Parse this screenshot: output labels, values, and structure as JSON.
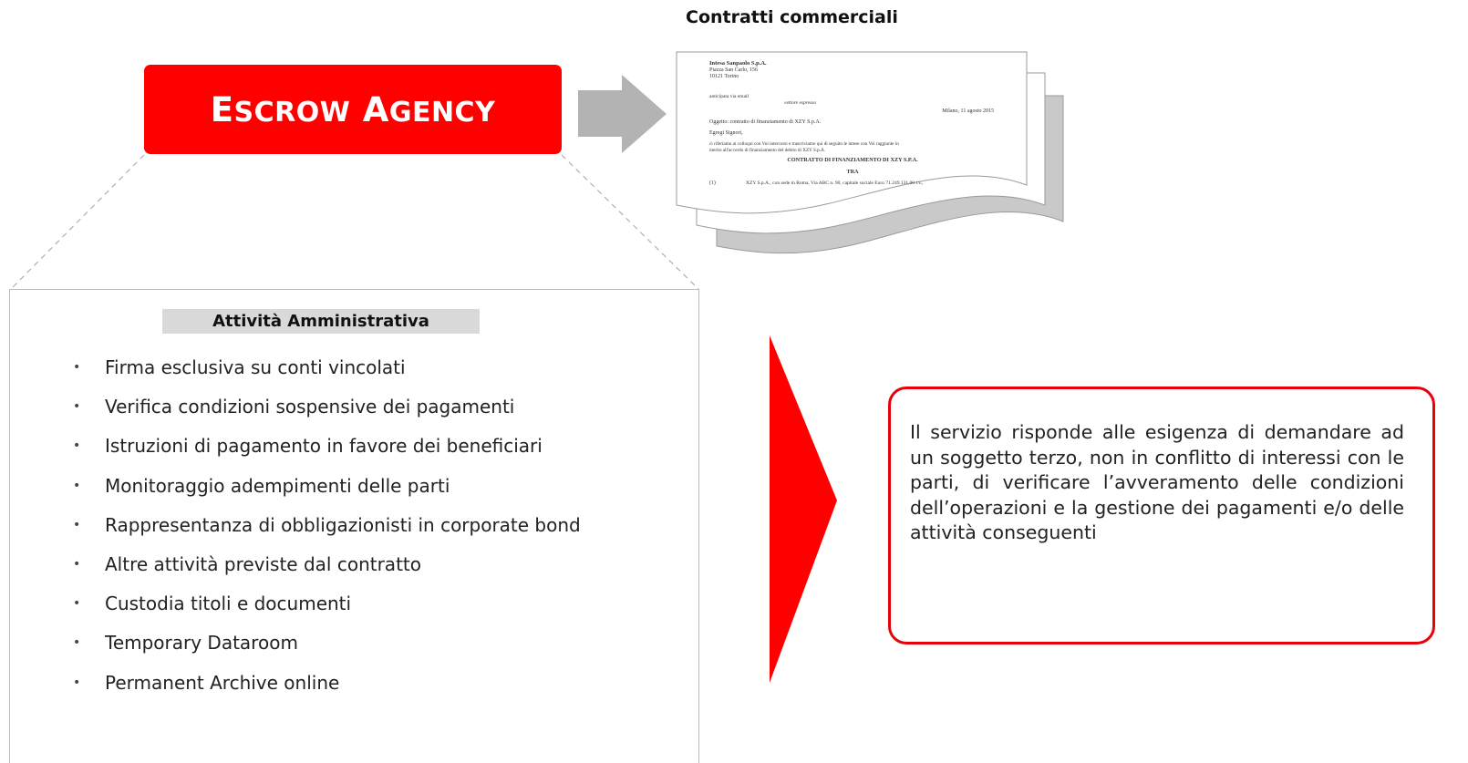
{
  "escrow": {
    "title": "ESCROW AGENCY",
    "title_first_initial": "E",
    "title_first_rest": "SCROW",
    "title_second_initial": "A",
    "title_second_rest": "GENCY"
  },
  "contracts": {
    "title": "Contratti commerciali",
    "document": {
      "sender_line1": "Intesa Sanpaolo S.p.A.",
      "sender_line2": "Piazza San Carlo, 156",
      "sender_line3": "10121 Torino",
      "note": "anticipata via email",
      "urgency": "vettore espresso",
      "date": "Milano, 11 agosto 2015",
      "subject": "Oggetto: contratto di finanziamento di XZY S.p.A.",
      "greeting": "Egregi Signori,",
      "body_line1": "ci riferiamo ai colloqui con Voi intercorsi e trascriviamo qui di seguito le intese con Voi raggiunte in",
      "body_line2": "merito all'accordo di finanziamento del debito di XZY S.p.A.",
      "heading": "CONTRATTO DI FINANZIAMENTO DI XZY S.P.A.",
      "tra": "TRA",
      "party_num": "(1)",
      "party_text": "XZY S.p.A., con sede in Roma, Via ABC n. 90, capitale sociale Euro 71.249.131,00 i.v.,"
    }
  },
  "admin": {
    "header": "Attività Amministrativa",
    "bullet": "•",
    "items": [
      "Firma esclusiva su conti vincolati",
      "Verifica condizioni sospensive dei pagamenti",
      "Istruzioni di pagamento in favore dei beneficiari",
      "Monitoraggio adempimenti delle parti",
      "Rappresentanza di obbligazionisti in corporate bond",
      "Altre attività previste dal contratto",
      "Custodia titoli e documenti",
      "Temporary Dataroom",
      "Permanent Archive online"
    ]
  },
  "description": {
    "text": "Il servizio risponde alle esigenza di demandare ad un soggetto terzo, non in conflitto di interessi con le parti, di verificare l’avveramento delle condizioni dell’operazioni  e la gestione dei pagamenti e/o delle attività conseguenti"
  },
  "colors": {
    "accent_red": "#ff0000",
    "border_red": "#e8000b",
    "arrow_gray": "#b3b3b3",
    "header_gray": "#d9d9d9"
  }
}
